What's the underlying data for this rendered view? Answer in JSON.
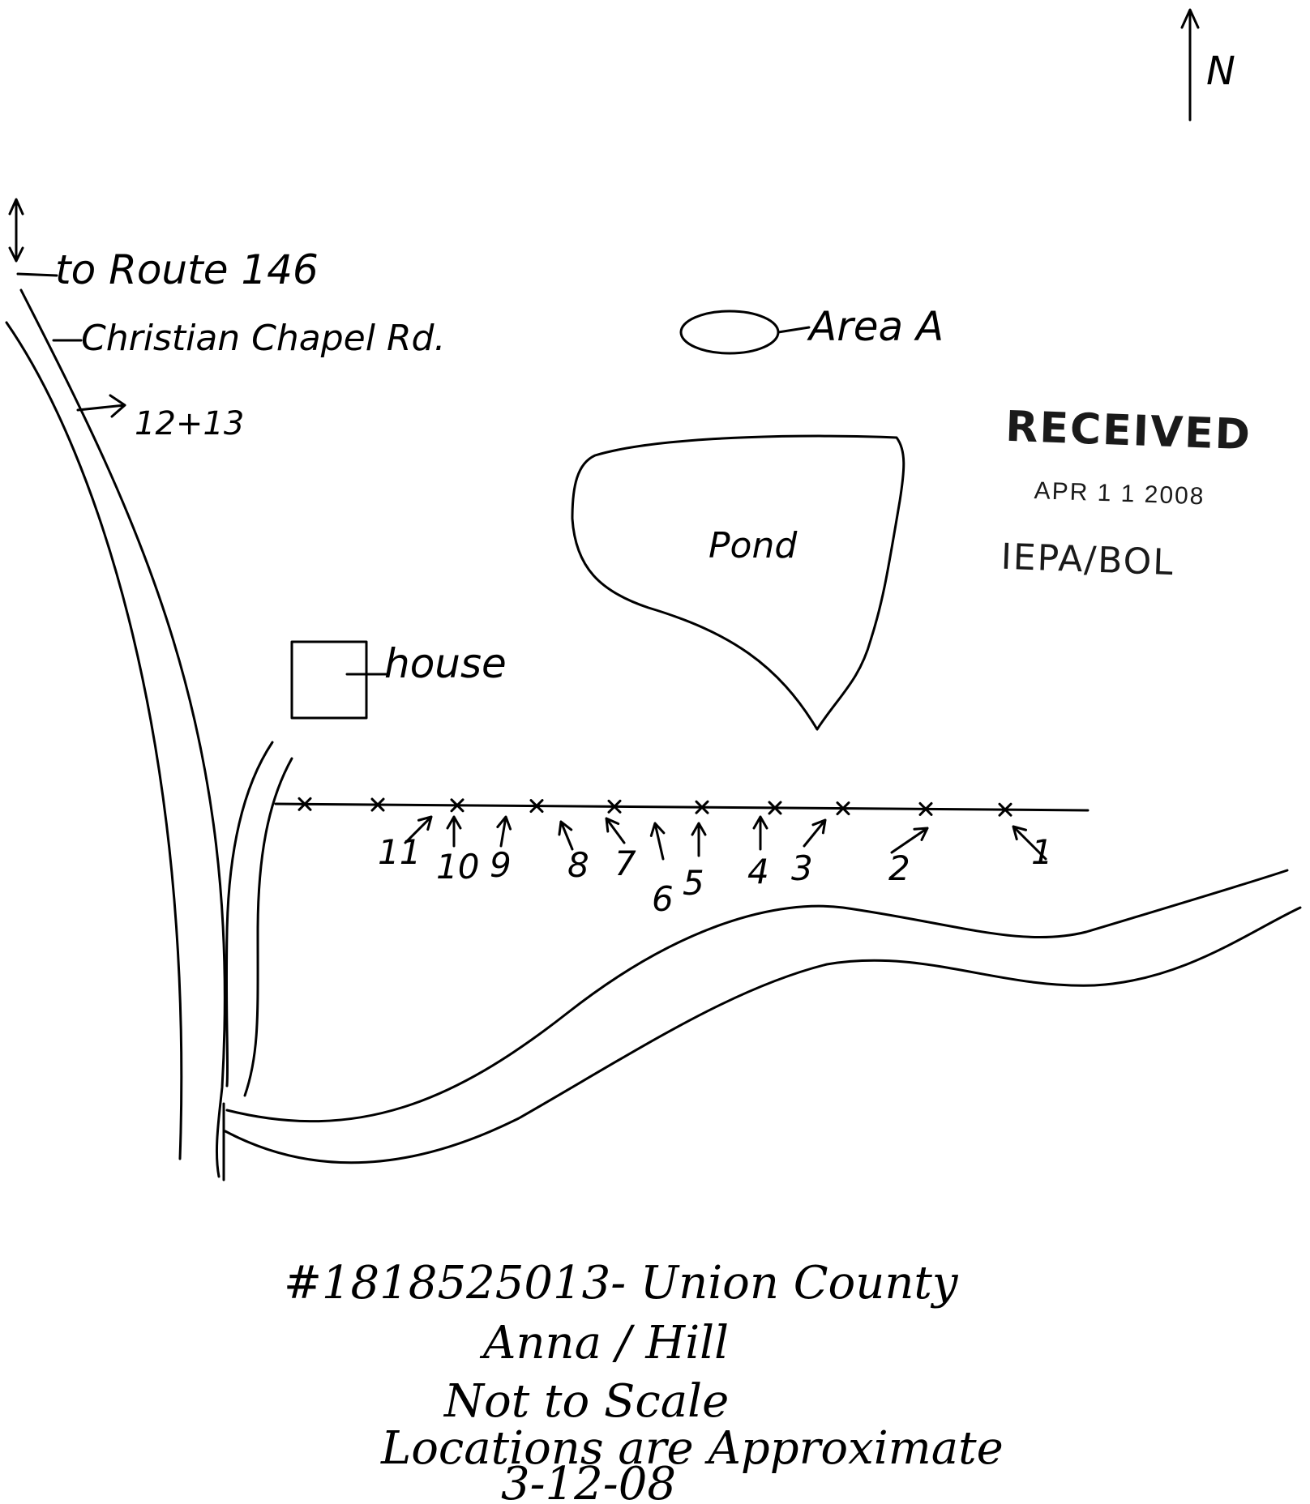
{
  "north_label": "N",
  "route_label": "to Route 146",
  "road_label": "Christian Chapel Rd.",
  "points_12_13_label": "12+13",
  "area_label": "Area A",
  "pond_label": "Pond",
  "house_label": "house",
  "stamp": {
    "received": "RECEIVED",
    "date": "APR 1 1 2008",
    "org": "IEPA/BOL"
  },
  "sample_points": [
    "1",
    "2",
    "3",
    "4",
    "5",
    "6",
    "7",
    "8",
    "9",
    "10",
    "11"
  ],
  "footer": {
    "line1": "#1818525013- Union County",
    "line2": "Anna / Hill",
    "line3": "Not to Scale",
    "line4": "Locations are Approximate",
    "line5": "3-12-08"
  }
}
